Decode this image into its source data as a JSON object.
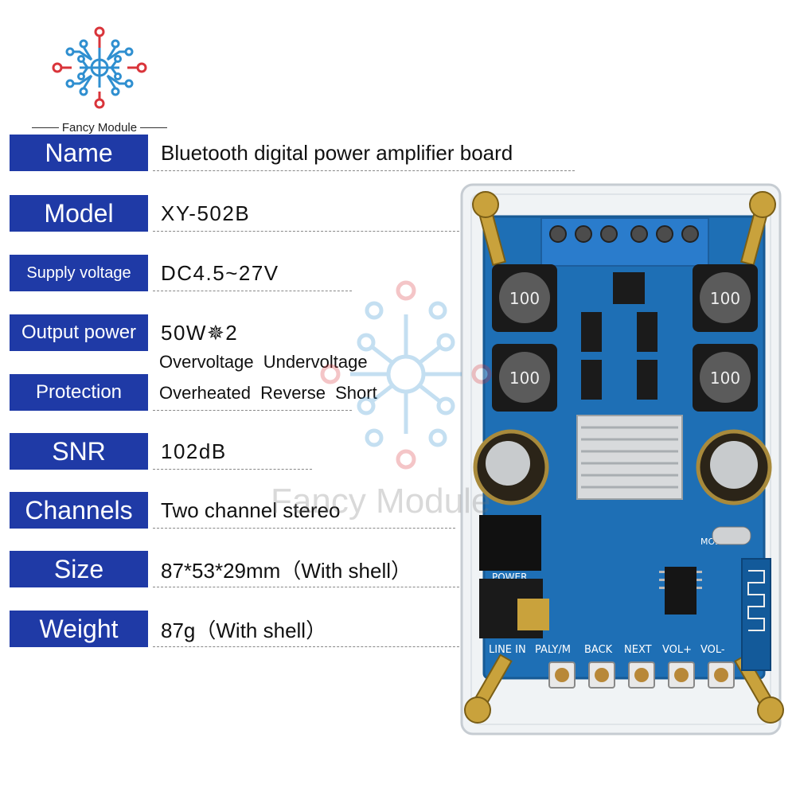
{
  "brand": {
    "name": "Fancy Module",
    "watermark": "Fancy Module"
  },
  "specs": {
    "name": {
      "label": "Name",
      "value": "Bluetooth digital power amplifier board"
    },
    "model": {
      "label": "Model",
      "value": "XY-502B"
    },
    "supply_voltage": {
      "label": "Supply voltage",
      "value": "DC4.5~27V"
    },
    "output_power": {
      "label": "Output power",
      "value": "50W✵2"
    },
    "protection": {
      "label": "Protection",
      "line1": "Overvoltage  Undervoltage",
      "line2": "Overheated  Reverse  Short"
    },
    "snr": {
      "label": "SNR",
      "value": "102dB"
    },
    "channels": {
      "label": "Channels",
      "value": "Two channel stereo"
    },
    "size": {
      "label": "Size",
      "value": "87*53*29mm（With shell）"
    },
    "weight": {
      "label": "Weight",
      "value": "87g（With shell）"
    }
  },
  "board": {
    "inductor_label": "100",
    "buttons": [
      "LINE IN",
      "PALY/M",
      "BACK",
      "NEXT",
      "VOL+",
      "VOL-"
    ],
    "power_label": "POWER",
    "mode_label": "MODE"
  },
  "colors": {
    "label_bg": "#1f3aa6",
    "pcb": "#1e6fb5",
    "logo_red": "#d9343a",
    "logo_blue": "#2f8fd0"
  }
}
